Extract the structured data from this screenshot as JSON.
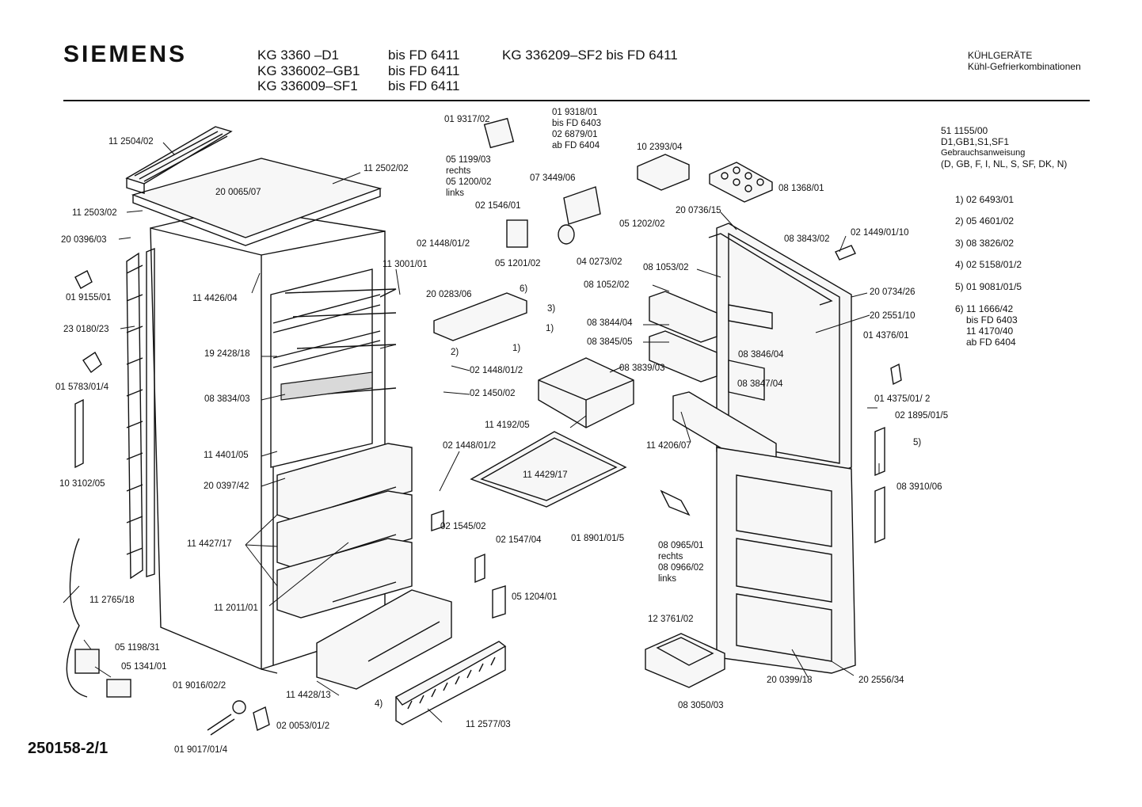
{
  "header": {
    "brand": "SIEMENS",
    "models": [
      {
        "code": "KG 3360    –D1",
        "range": "bis FD 6411"
      },
      {
        "code": "KG 336002–GB1",
        "range": "bis FD 6411"
      },
      {
        "code": "KG 336009–SF1",
        "range": "bis FD 6411"
      },
      {
        "code": "KG 336209–SF2 bis FD 6411"
      }
    ],
    "category_title": "KÜHLGERÄTE",
    "category_sub": "Kühl-Gefrierkombinationen"
  },
  "document_number": "250158-2/1",
  "notes": {
    "manual_part": "51 1155/00",
    "manual_variants": "D1,GB1,S1,SF1",
    "manual_title": "Gebrauchsanweisung",
    "manual_langs": "(D, GB, F, I, NL, S, SF, DK, N)",
    "items": [
      "1) 02 6493/01",
      "2) 05 4601/02",
      "3) 08 3826/02",
      "4) 02 5158/01/2",
      "5) 01 9081/01/5",
      "6) 11 1666/42",
      "bis FD 6403",
      "11 4170/40",
      "ab FD 6404"
    ]
  },
  "parts": [
    "11 2504/02",
    "11 2502/02",
    "20 0065/07",
    "11 2503/02",
    "20 0396/03",
    "01 9155/01",
    "23 0180/23",
    "01 5783/01/4",
    "10 3102/05",
    "11 2765/18",
    "05 1198/31",
    "05 1341/01",
    "01 9016/02/2",
    "01 9017/01/4",
    "02 0053/01/2",
    "11 4428/13",
    "11 2011/01",
    "11 4427/17",
    "20 0397/42",
    "11 4401/05",
    "08 3834/03",
    "19 2428/18",
    "11 4426/04",
    "11 3001/01",
    "20 0283/06",
    "6)",
    "01 9317/02",
    "01 9318/01",
    "bis FD 6403",
    "02 6879/01",
    "ab FD 6404",
    "05 1199/03",
    "rechts",
    "05 1200/02",
    "links",
    "07 3449/06",
    "02 1546/01",
    "02 1448/01/2",
    "05 1201/02",
    "04 0273/02",
    "05 1202/02",
    "10 2393/04",
    "08 1368/01",
    "3)",
    "1)",
    "2)",
    "1)",
    "02 1448/01/2",
    "02 1450/02",
    "11 4192/05",
    "02 1448/01/2",
    "11 4429/17",
    "02 1545/02",
    "02 1547/04",
    "01 8901/01/5",
    "05 1204/01",
    "11 2577/03",
    "4)",
    "08 0965/01",
    "rechts",
    "08 0966/02",
    "links",
    "12 3761/02",
    "08 3050/03",
    "20 0736/15",
    "08 3843/02",
    "02 1449/01/10",
    "08 1053/02",
    "08 1052/02",
    "20 0734/26",
    "20 2551/10",
    "08 3844/04",
    "08 3845/05",
    "08 3839/03",
    "08 3846/04",
    "08 3847/04",
    "01 4376/01",
    "01 4375/01/ 2",
    "02 1895/01/5",
    "11 4206/07",
    "5)",
    "08 3910/06",
    "20 0399/18",
    "20 2556/34"
  ]
}
